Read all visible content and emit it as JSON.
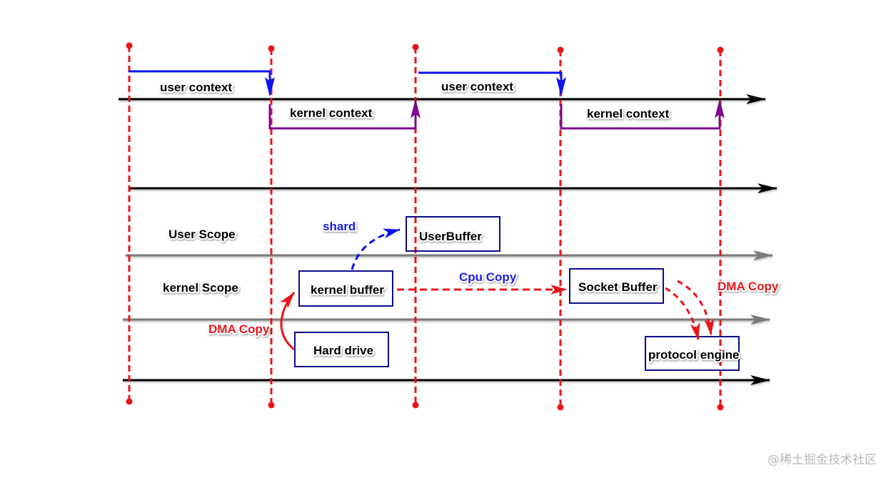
{
  "diagram": {
    "title": "Zero-copy (mmap) data transfer: user/kernel context switches and buffer copies",
    "colors": {
      "timeline_marker": "#e8141b",
      "user_context": "#0a14f0",
      "kernel_context": "#7a0a8c",
      "axis": "#000000",
      "scope_divider": "#7a7a7a",
      "box_border": "#0c0c8a",
      "cpu_copy_label": "#1e1ee6",
      "dma_label": "#e8141b",
      "shard_label": "#1e1ee6"
    },
    "context_labels": [
      {
        "text": "user context",
        "type": "user"
      },
      {
        "text": "kernel context",
        "type": "kernel"
      },
      {
        "text": "user context",
        "type": "user"
      },
      {
        "text": "kernel context",
        "type": "kernel"
      }
    ],
    "scope_labels": {
      "user": "User Scope",
      "kernel": "kernel Scope"
    },
    "boxes": {
      "user_buffer": "UserBuffer",
      "kernel_buffer": "kernel buffer",
      "socket_buffer": "Socket Buffer",
      "hard_drive": "Hard drive",
      "protocol_engine": "protocol engine"
    },
    "copy_labels": {
      "shard": "shard",
      "cpu_copy": "Cpu Copy",
      "dma_copy_left": "DMA Copy",
      "dma_copy_right": "DMA Copy"
    },
    "watermark": "@稀土掘金技术社区"
  }
}
